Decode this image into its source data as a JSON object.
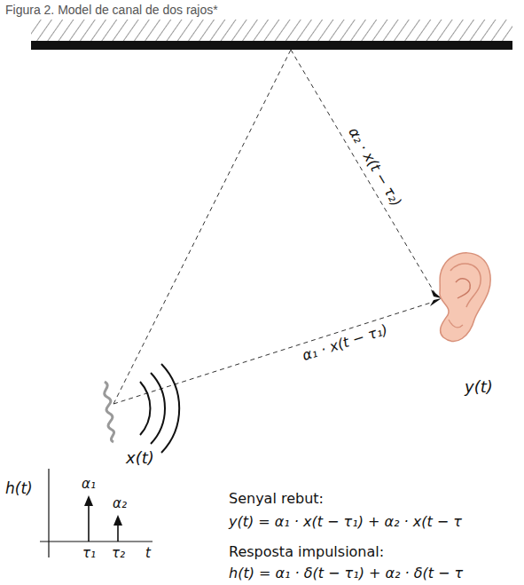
{
  "diagram": {
    "title": "Figura 2. Model de canal de dos rajos*",
    "labels": [
      "α₂ · x(t − τ₂)",
      "α₁ · x(t − τ₁)",
      "y(t)",
      "x(t)",
      "h(t)",
      "α₁",
      "α₂",
      "τ₁",
      "τ₂",
      "t",
      "Senyal rebut:",
      "y(t) = α₁ · x(t − τ₁) + α₂ · x(t − τ",
      "Resposta impulsional:",
      "h(t) = α₁ · δ(t − τ₁) + α₂ · δ(t − τ"
    ]
  }
}
